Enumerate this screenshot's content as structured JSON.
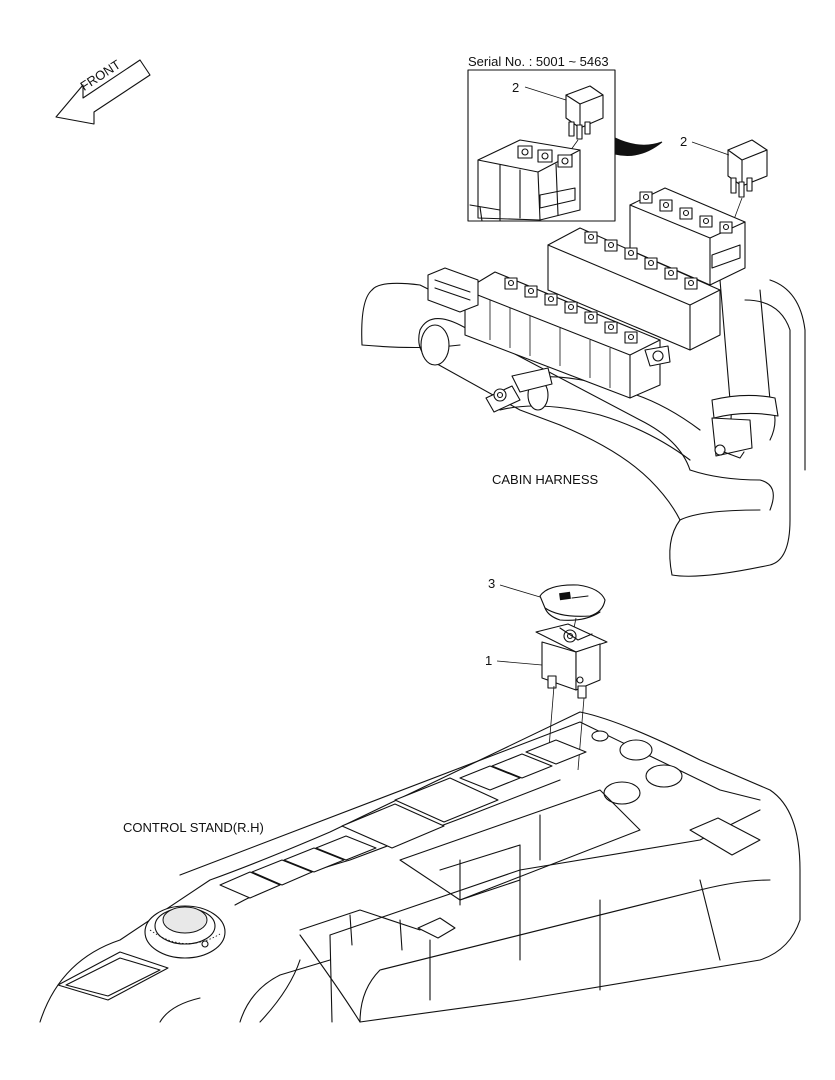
{
  "front_arrow": {
    "label": "FRONT"
  },
  "inset": {
    "serial_label": "Serial No.  : 5001 ~ 5463"
  },
  "callouts": {
    "relay_inset": "2",
    "relay_main": "2",
    "switch_cap": "3",
    "switch_body": "1"
  },
  "labels": {
    "cabin_harness": "CABIN HARNESS",
    "control_stand": "CONTROL STAND(R.H)"
  }
}
